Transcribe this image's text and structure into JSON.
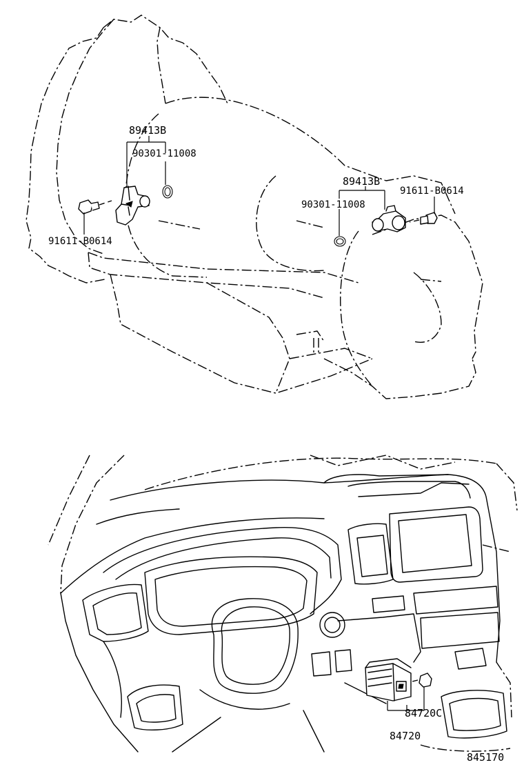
{
  "part_labels": {
    "sensor_left": "89413B",
    "oring_left": "90301-11008",
    "bolt_left": "91611-B0614",
    "sensor_right": "89413B",
    "oring_right": "90301-11008",
    "bolt_right": "91611-B0614",
    "switch_part": "84720C",
    "switch_assy": "84720"
  },
  "diagram_id": "845170"
}
